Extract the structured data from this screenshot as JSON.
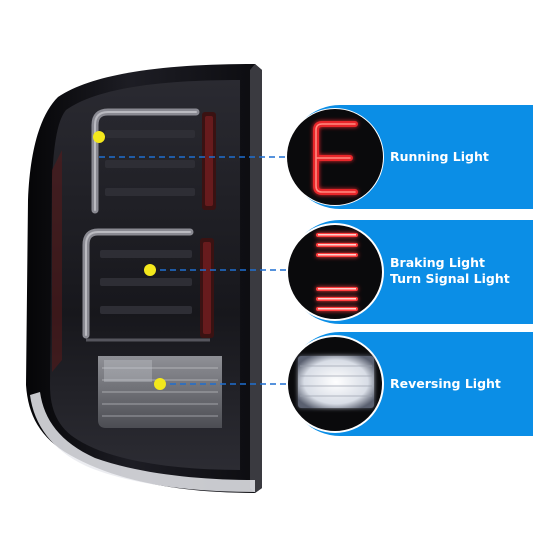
{
  "callouts": [
    {
      "id": "running",
      "lines": [
        "Running Light"
      ],
      "light_color": "#e8262a"
    },
    {
      "id": "braking",
      "lines": [
        "Braking Light",
        "Turn Signal Light"
      ],
      "light_color": "#ff3a3a"
    },
    {
      "id": "reversing",
      "lines": [
        "Reversing Light"
      ],
      "light_color": "#ffffff"
    }
  ],
  "colors": {
    "pill": "#0b8ee6",
    "marker": "#f4e81c",
    "leader": "#1f6fd0",
    "lamp_body": "#141419"
  }
}
